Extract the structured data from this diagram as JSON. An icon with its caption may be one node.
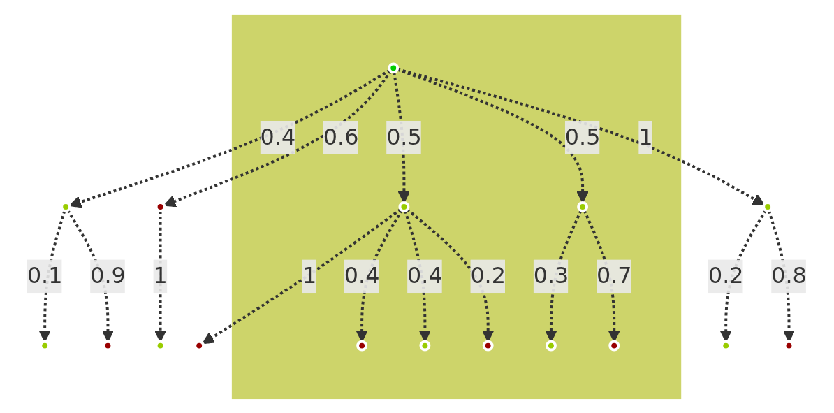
{
  "diagram": {
    "nodes": [
      {
        "text": [],
        "shape": "band"
      },
      {
        "text": [],
        "shape": "circle",
        "in": 0
      },
      {
        "text": [],
        "shape": "circle"
      },
      {
        "text": [],
        "shape": "circle"
      },
      {
        "text": [],
        "shape": "circle",
        "in": 0
      },
      {
        "text": [],
        "shape": "circle",
        "in": 0
      },
      {
        "text": [],
        "shape": "circle"
      },
      {
        "text": [],
        "shape": "circle"
      },
      {
        "text": [],
        "shape": "circle"
      },
      {
        "text": [],
        "shape": "circle"
      },
      {
        "text": [],
        "shape": "circle"
      },
      {
        "text": [],
        "shape": "circle",
        "in": 0
      },
      {
        "text": [],
        "shape": "circle",
        "in": 0
      },
      {
        "text": [],
        "shape": "circle",
        "in": 0
      },
      {
        "text": [],
        "shape": "circle",
        "in": 0
      },
      {
        "text": [],
        "shape": "circle",
        "in": 0
      },
      {
        "text": [],
        "shape": "circle"
      },
      {
        "text": [],
        "shape": "circle"
      }
    ],
    "edges": [
      {
        "from": 1,
        "to": 2,
        "label": "0.4",
        "arrow": "to",
        "style": "dashed"
      },
      {
        "from": 1,
        "to": 3,
        "label": "0.6",
        "arrow": "to",
        "style": "dashed"
      },
      {
        "from": 1,
        "to": 4,
        "label": "0.5",
        "arrow": "to",
        "style": "dashed"
      },
      {
        "from": 1,
        "to": 5,
        "label": "0.5",
        "arrow": "to",
        "style": "dashed"
      },
      {
        "from": 1,
        "to": 6,
        "label": "1",
        "arrow": "to",
        "style": "dashed"
      },
      {
        "from": 2,
        "to": 7,
        "label": "0.1",
        "arrow": "to",
        "style": "dashed"
      },
      {
        "from": 2,
        "to": 8,
        "label": "0.9",
        "arrow": "to",
        "style": "dashed"
      },
      {
        "from": 3,
        "to": 9,
        "label": "1",
        "arrow": "to",
        "style": "dashed"
      },
      {
        "from": 4,
        "to": 10,
        "label": "1",
        "arrow": "to",
        "style": "dashed"
      },
      {
        "from": 4,
        "to": 11,
        "label": "0.4",
        "arrow": "to",
        "style": "dashed"
      },
      {
        "from": 4,
        "to": 12,
        "label": "0.4",
        "arrow": "to",
        "style": "dashed"
      },
      {
        "from": 4,
        "to": 13,
        "label": "0.2",
        "arrow": "to",
        "style": "dashed"
      },
      {
        "from": 5,
        "to": 14,
        "label": "0.3",
        "arrow": "to",
        "style": "dashed"
      },
      {
        "from": 5,
        "to": 15,
        "label": "0.7",
        "arrow": "to",
        "style": "dashed"
      },
      {
        "from": 6,
        "to": 16,
        "label": "0.2",
        "arrow": "to",
        "style": "dashed"
      },
      {
        "from": 6,
        "to": 17,
        "label": "0.8",
        "arrow": "to",
        "style": "dashed"
      }
    ]
  }
}
